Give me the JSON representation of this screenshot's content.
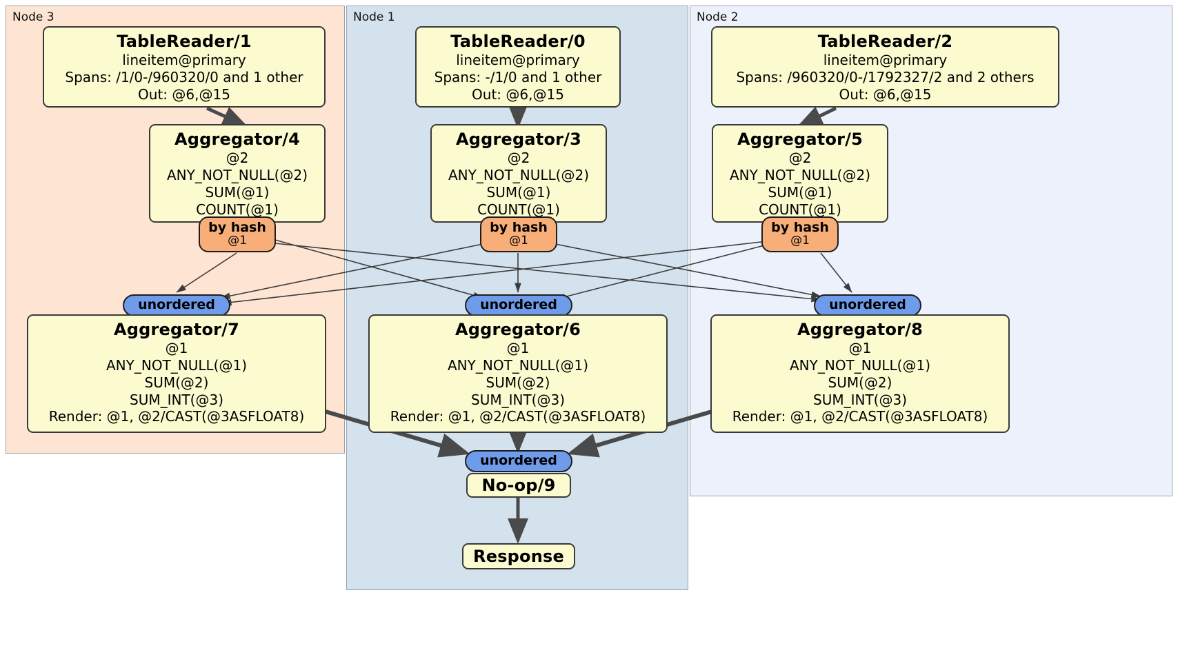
{
  "diagram": {
    "type": "distributed-query-plan",
    "colors": {
      "node3_bg": "#FDE4D3",
      "node1_bg": "#D3E2EC",
      "node2_bg": "#EDF1FC",
      "processor_box": "#FBFBCF",
      "hash_badge": "#F7AE79",
      "unordered_badge": "#6E9BEA",
      "border": "#3a3a3a"
    },
    "nodes": [
      {
        "id": "node3",
        "label": "Node 3"
      },
      {
        "id": "node1",
        "label": "Node 1"
      },
      {
        "id": "node2",
        "label": "Node 2"
      }
    ],
    "processors": {
      "table_reader_1": {
        "title": "TableReader/1",
        "lines": [
          "lineitem@primary",
          "Spans: /1/0-/960320/0 and 1 other",
          "Out: @6,@15"
        ]
      },
      "table_reader_0": {
        "title": "TableReader/0",
        "lines": [
          "lineitem@primary",
          "Spans: -/1/0 and 1 other",
          "Out: @6,@15"
        ]
      },
      "table_reader_2": {
        "title": "TableReader/2",
        "lines": [
          "lineitem@primary",
          "Spans: /960320/0-/1792327/2 and 2 others",
          "Out: @6,@15"
        ]
      },
      "aggregator_4": {
        "title": "Aggregator/4",
        "lines": [
          "@2",
          "ANY_NOT_NULL(@2)",
          "SUM(@1)",
          "COUNT(@1)"
        ]
      },
      "aggregator_3": {
        "title": "Aggregator/3",
        "lines": [
          "@2",
          "ANY_NOT_NULL(@2)",
          "SUM(@1)",
          "COUNT(@1)"
        ]
      },
      "aggregator_5": {
        "title": "Aggregator/5",
        "lines": [
          "@2",
          "ANY_NOT_NULL(@2)",
          "SUM(@1)",
          "COUNT(@1)"
        ]
      },
      "aggregator_7": {
        "title": "Aggregator/7",
        "lines": [
          "@1",
          "ANY_NOT_NULL(@1)",
          "SUM(@2)",
          "SUM_INT(@3)",
          "Render: @1, @2/CAST(@3ASFLOAT8)"
        ]
      },
      "aggregator_6": {
        "title": "Aggregator/6",
        "lines": [
          "@1",
          "ANY_NOT_NULL(@1)",
          "SUM(@2)",
          "SUM_INT(@3)",
          "Render: @1, @2/CAST(@3ASFLOAT8)"
        ]
      },
      "aggregator_8": {
        "title": "Aggregator/8",
        "lines": [
          "@1",
          "ANY_NOT_NULL(@1)",
          "SUM(@2)",
          "SUM_INT(@3)",
          "Render: @1, @2/CAST(@3ASFLOAT8)"
        ]
      },
      "noop_9": {
        "title": "No-op/9",
        "lines": []
      },
      "response": {
        "title": "Response",
        "lines": []
      }
    },
    "routers": {
      "hash_4": {
        "kind": "by hash",
        "column": "@1"
      },
      "hash_3": {
        "kind": "by hash",
        "column": "@1"
      },
      "hash_5": {
        "kind": "by hash",
        "column": "@1"
      },
      "unordered_left": {
        "kind": "unordered"
      },
      "unordered_mid": {
        "kind": "unordered"
      },
      "unordered_right": {
        "kind": "unordered"
      },
      "unordered_final": {
        "kind": "unordered"
      }
    }
  }
}
